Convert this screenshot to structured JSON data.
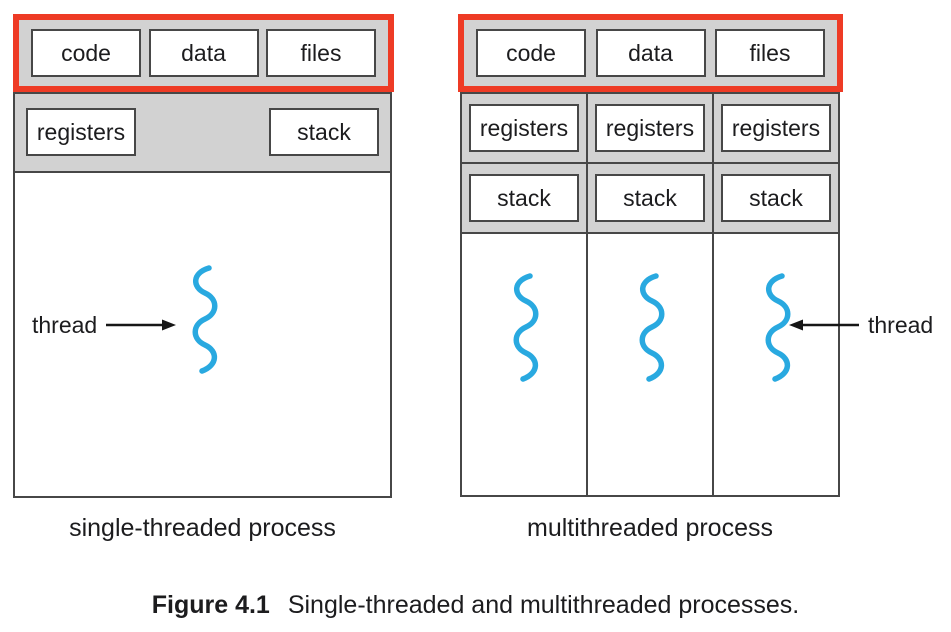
{
  "figure": {
    "label": "Figure 4.1",
    "caption": "Single-threaded and multithreaded processes."
  },
  "shared": {
    "registers": "registers",
    "stack": "stack",
    "thread": "thread"
  },
  "left_process": {
    "top_boxes": [
      "code",
      "data",
      "files"
    ],
    "caption": "single-threaded process"
  },
  "right_process": {
    "top_boxes": [
      "code",
      "data",
      "files"
    ],
    "caption": "multithreaded process"
  },
  "colors": {
    "red_frame": "#ee3b25",
    "band_gray": "#d2d2d2",
    "thread_blue": "#29a9e0",
    "line_dark": "#474747",
    "text": "#1c1c1e"
  }
}
